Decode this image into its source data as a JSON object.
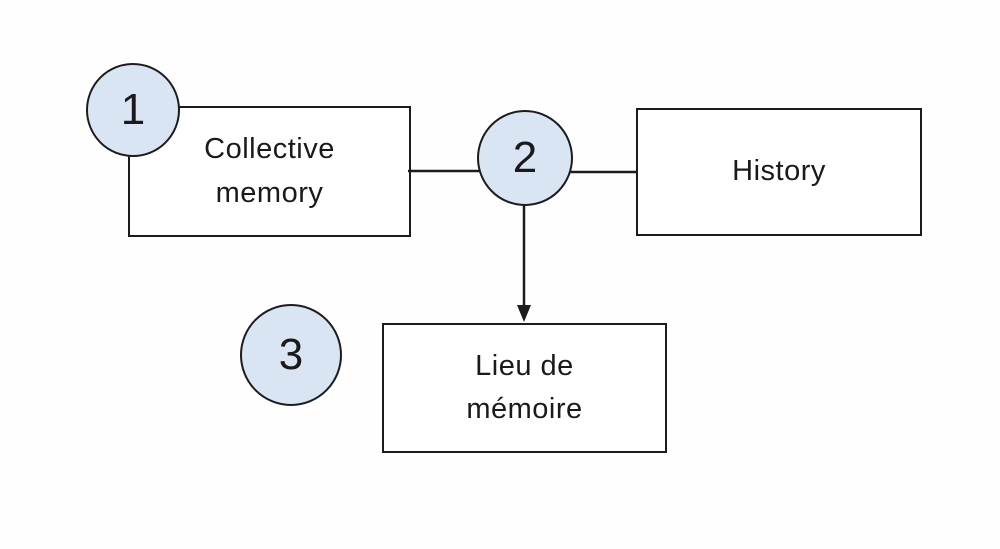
{
  "colors": {
    "background": "#fefefe",
    "stroke": "#1c1c1c",
    "circle_fill": "#d9e5f2",
    "text": "#1a1a1a"
  },
  "circles": [
    {
      "label": "1"
    },
    {
      "label": "2"
    },
    {
      "label": "3"
    }
  ],
  "boxes": [
    {
      "label": "Collective\nmemory"
    },
    {
      "label": "History"
    },
    {
      "label": "Lieu de\nmémoire"
    }
  ]
}
